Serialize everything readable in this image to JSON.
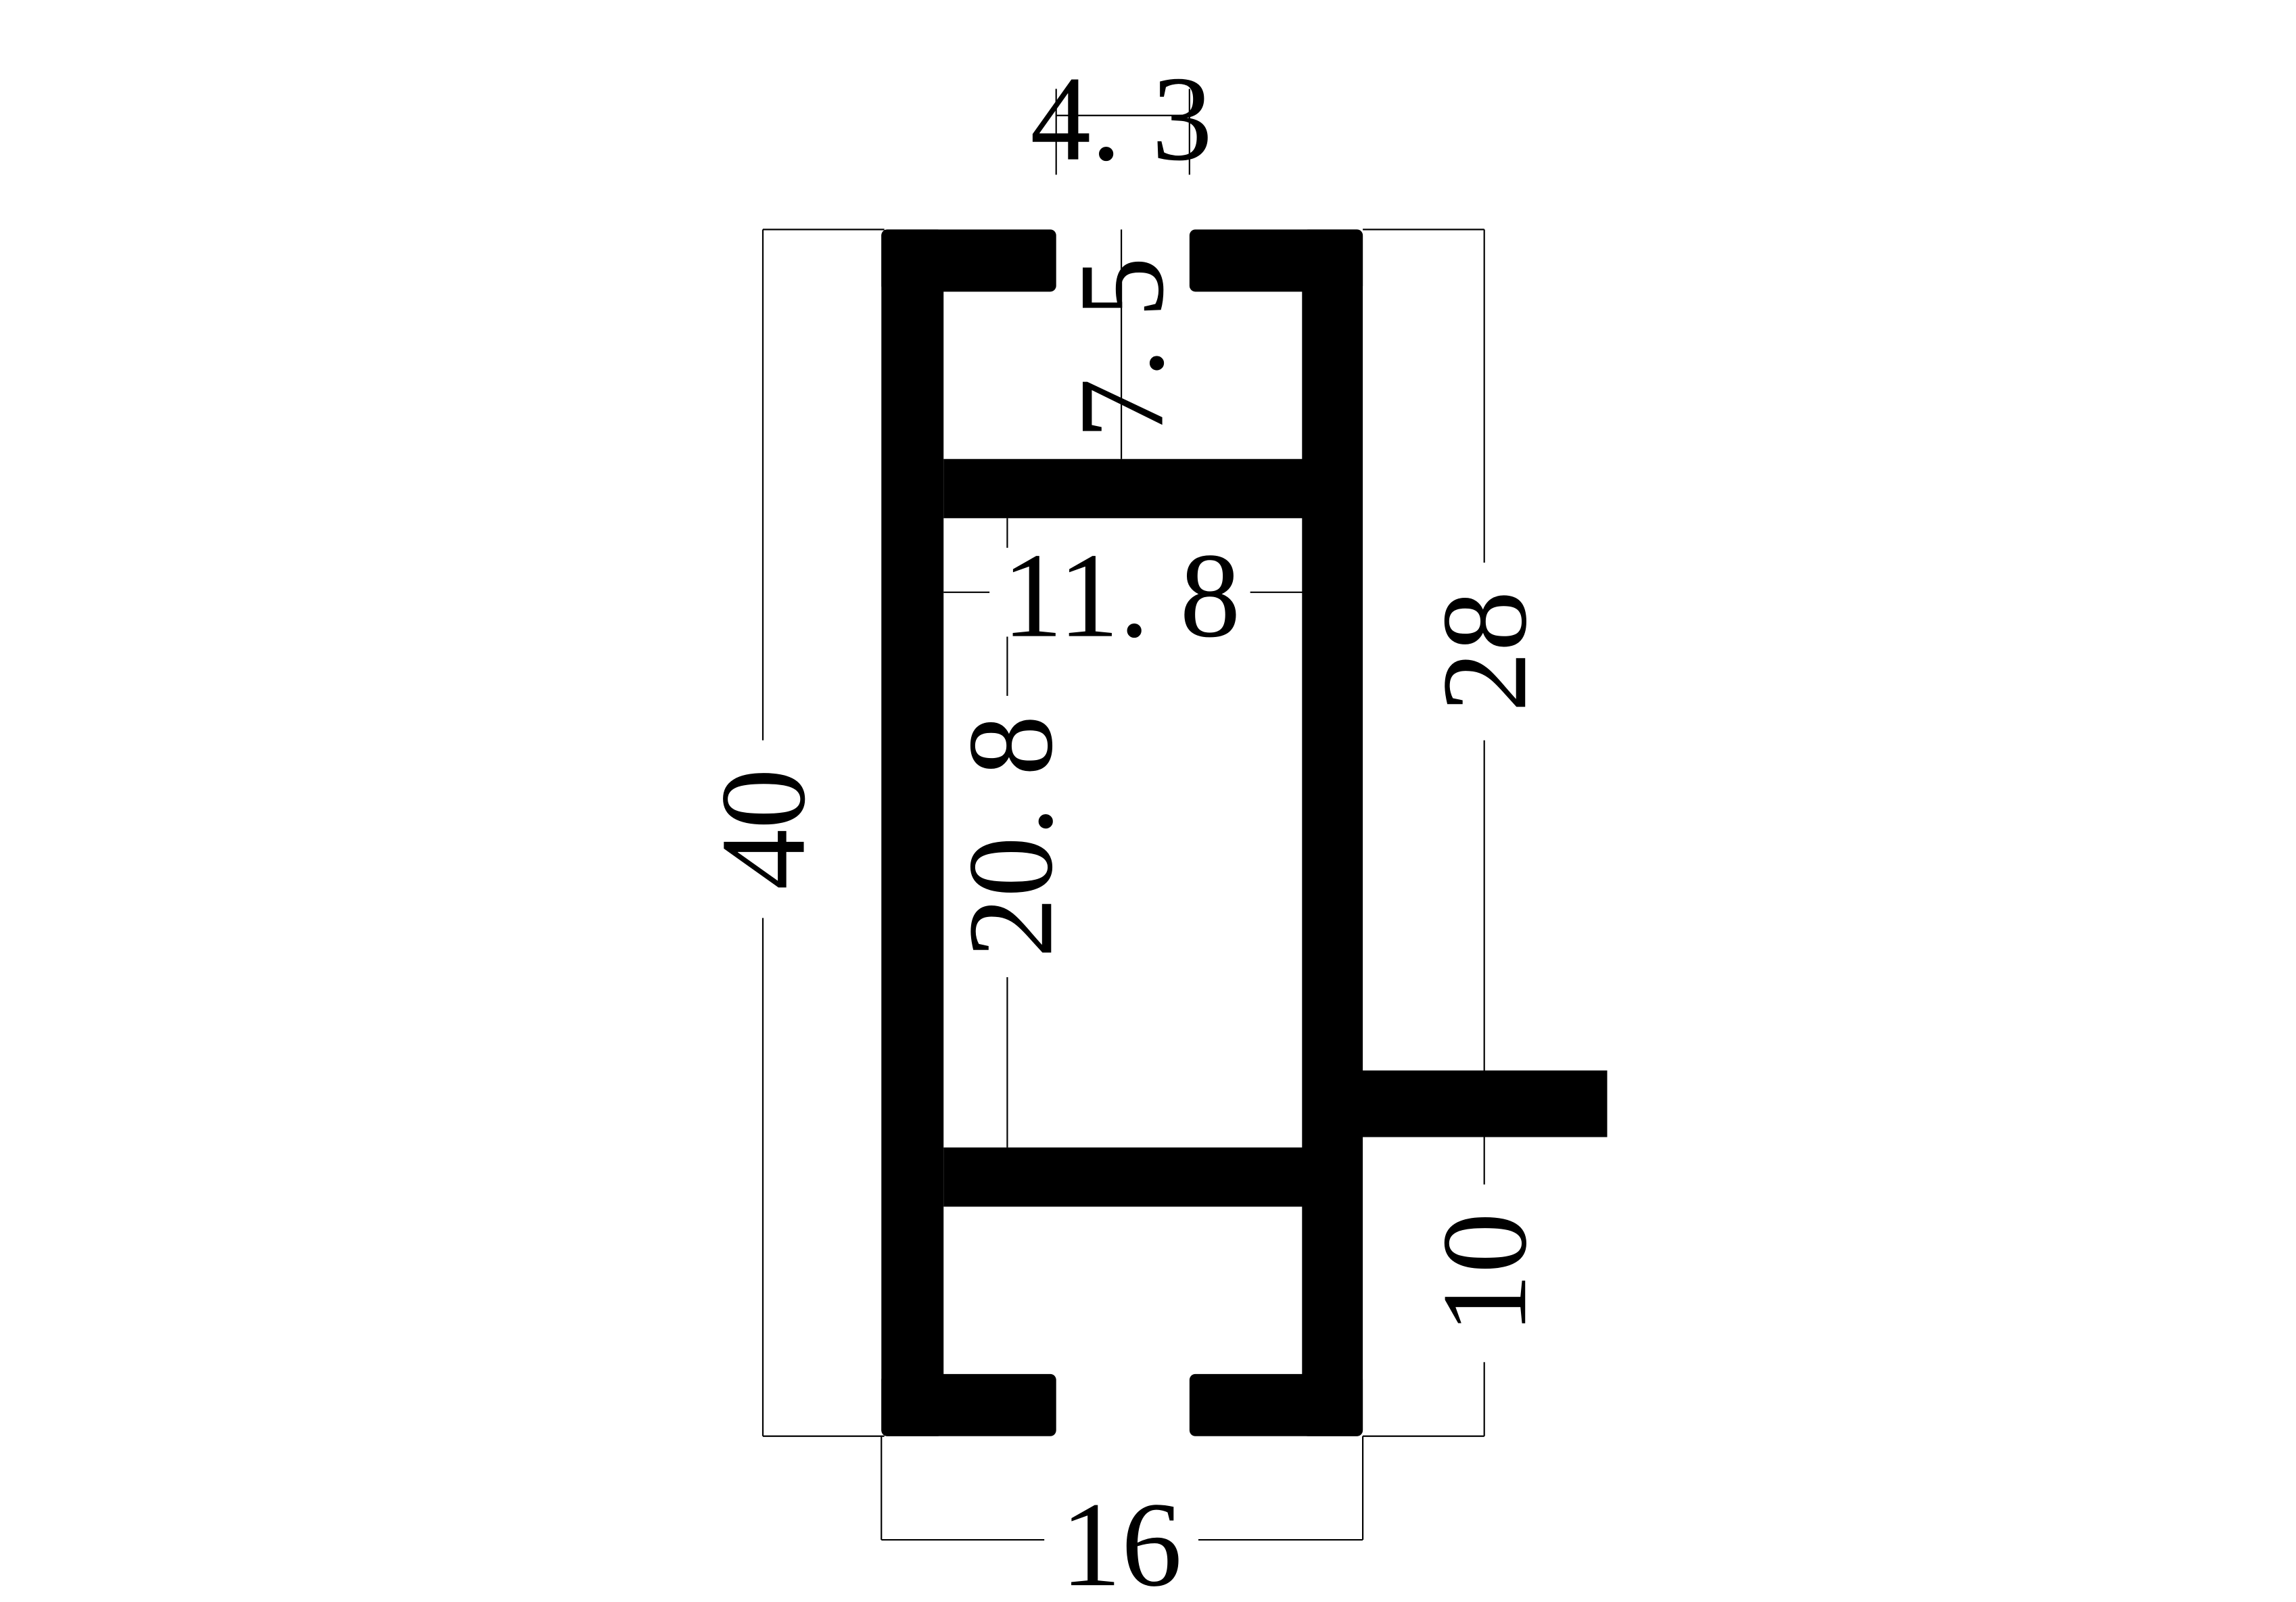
{
  "drawing": {
    "title": "Aluminium profile cross-section",
    "profile_color": "#000000",
    "background_color": "#ffffff",
    "dimensions": {
      "overall_height": "40",
      "overall_width": "16",
      "slot_opening": "4. 3",
      "slot_depth": "7. 5",
      "inner_width": "11. 8",
      "inner_height": "20. 8",
      "fin_upper_offset": "28",
      "fin_lower_offset": "10"
    }
  }
}
